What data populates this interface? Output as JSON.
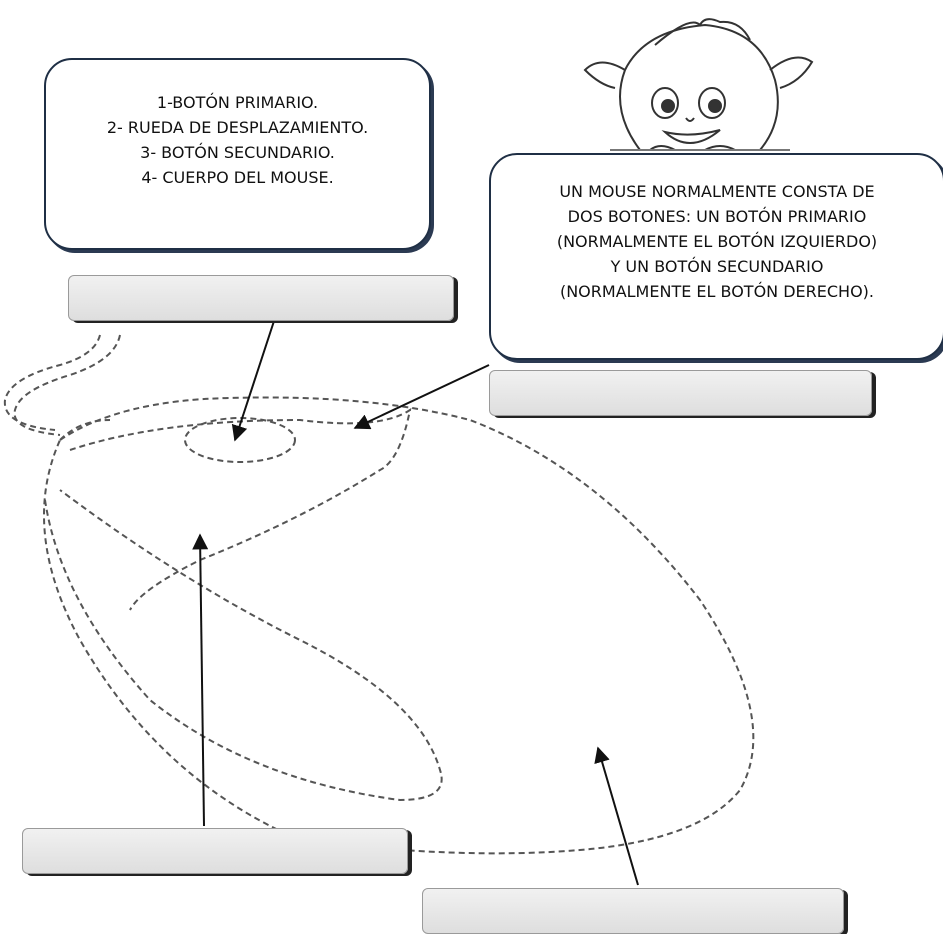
{
  "parts_box": {
    "lines": [
      "1-BOTÓN PRIMARIO.",
      "2- RUEDA DE DESPLAZAMIENTO.",
      "3- BOTÓN SECUNDARIO.",
      "4- CUERPO DEL MOUSE."
    ]
  },
  "info_box": {
    "lines": [
      "UN MOUSE NORMALMENTE CONSTA DE",
      "DOS BOTONES: UN BOTÓN PRIMARIO",
      "(NORMALMENTE EL BOTÓN IZQUIERDO)",
      "Y UN BOTÓN SECUNDARIO",
      "(NORMALMENTE EL BOTÓN DERECHO)."
    ]
  },
  "answer_boxes": [
    "",
    "",
    "",
    ""
  ],
  "colors": {
    "border": "#1f2f45",
    "outline": "#555555",
    "label_fill": "#e6e6e6"
  },
  "icons": {
    "character": "girl-illustration",
    "mouse": "mouse-outline-drawing"
  }
}
